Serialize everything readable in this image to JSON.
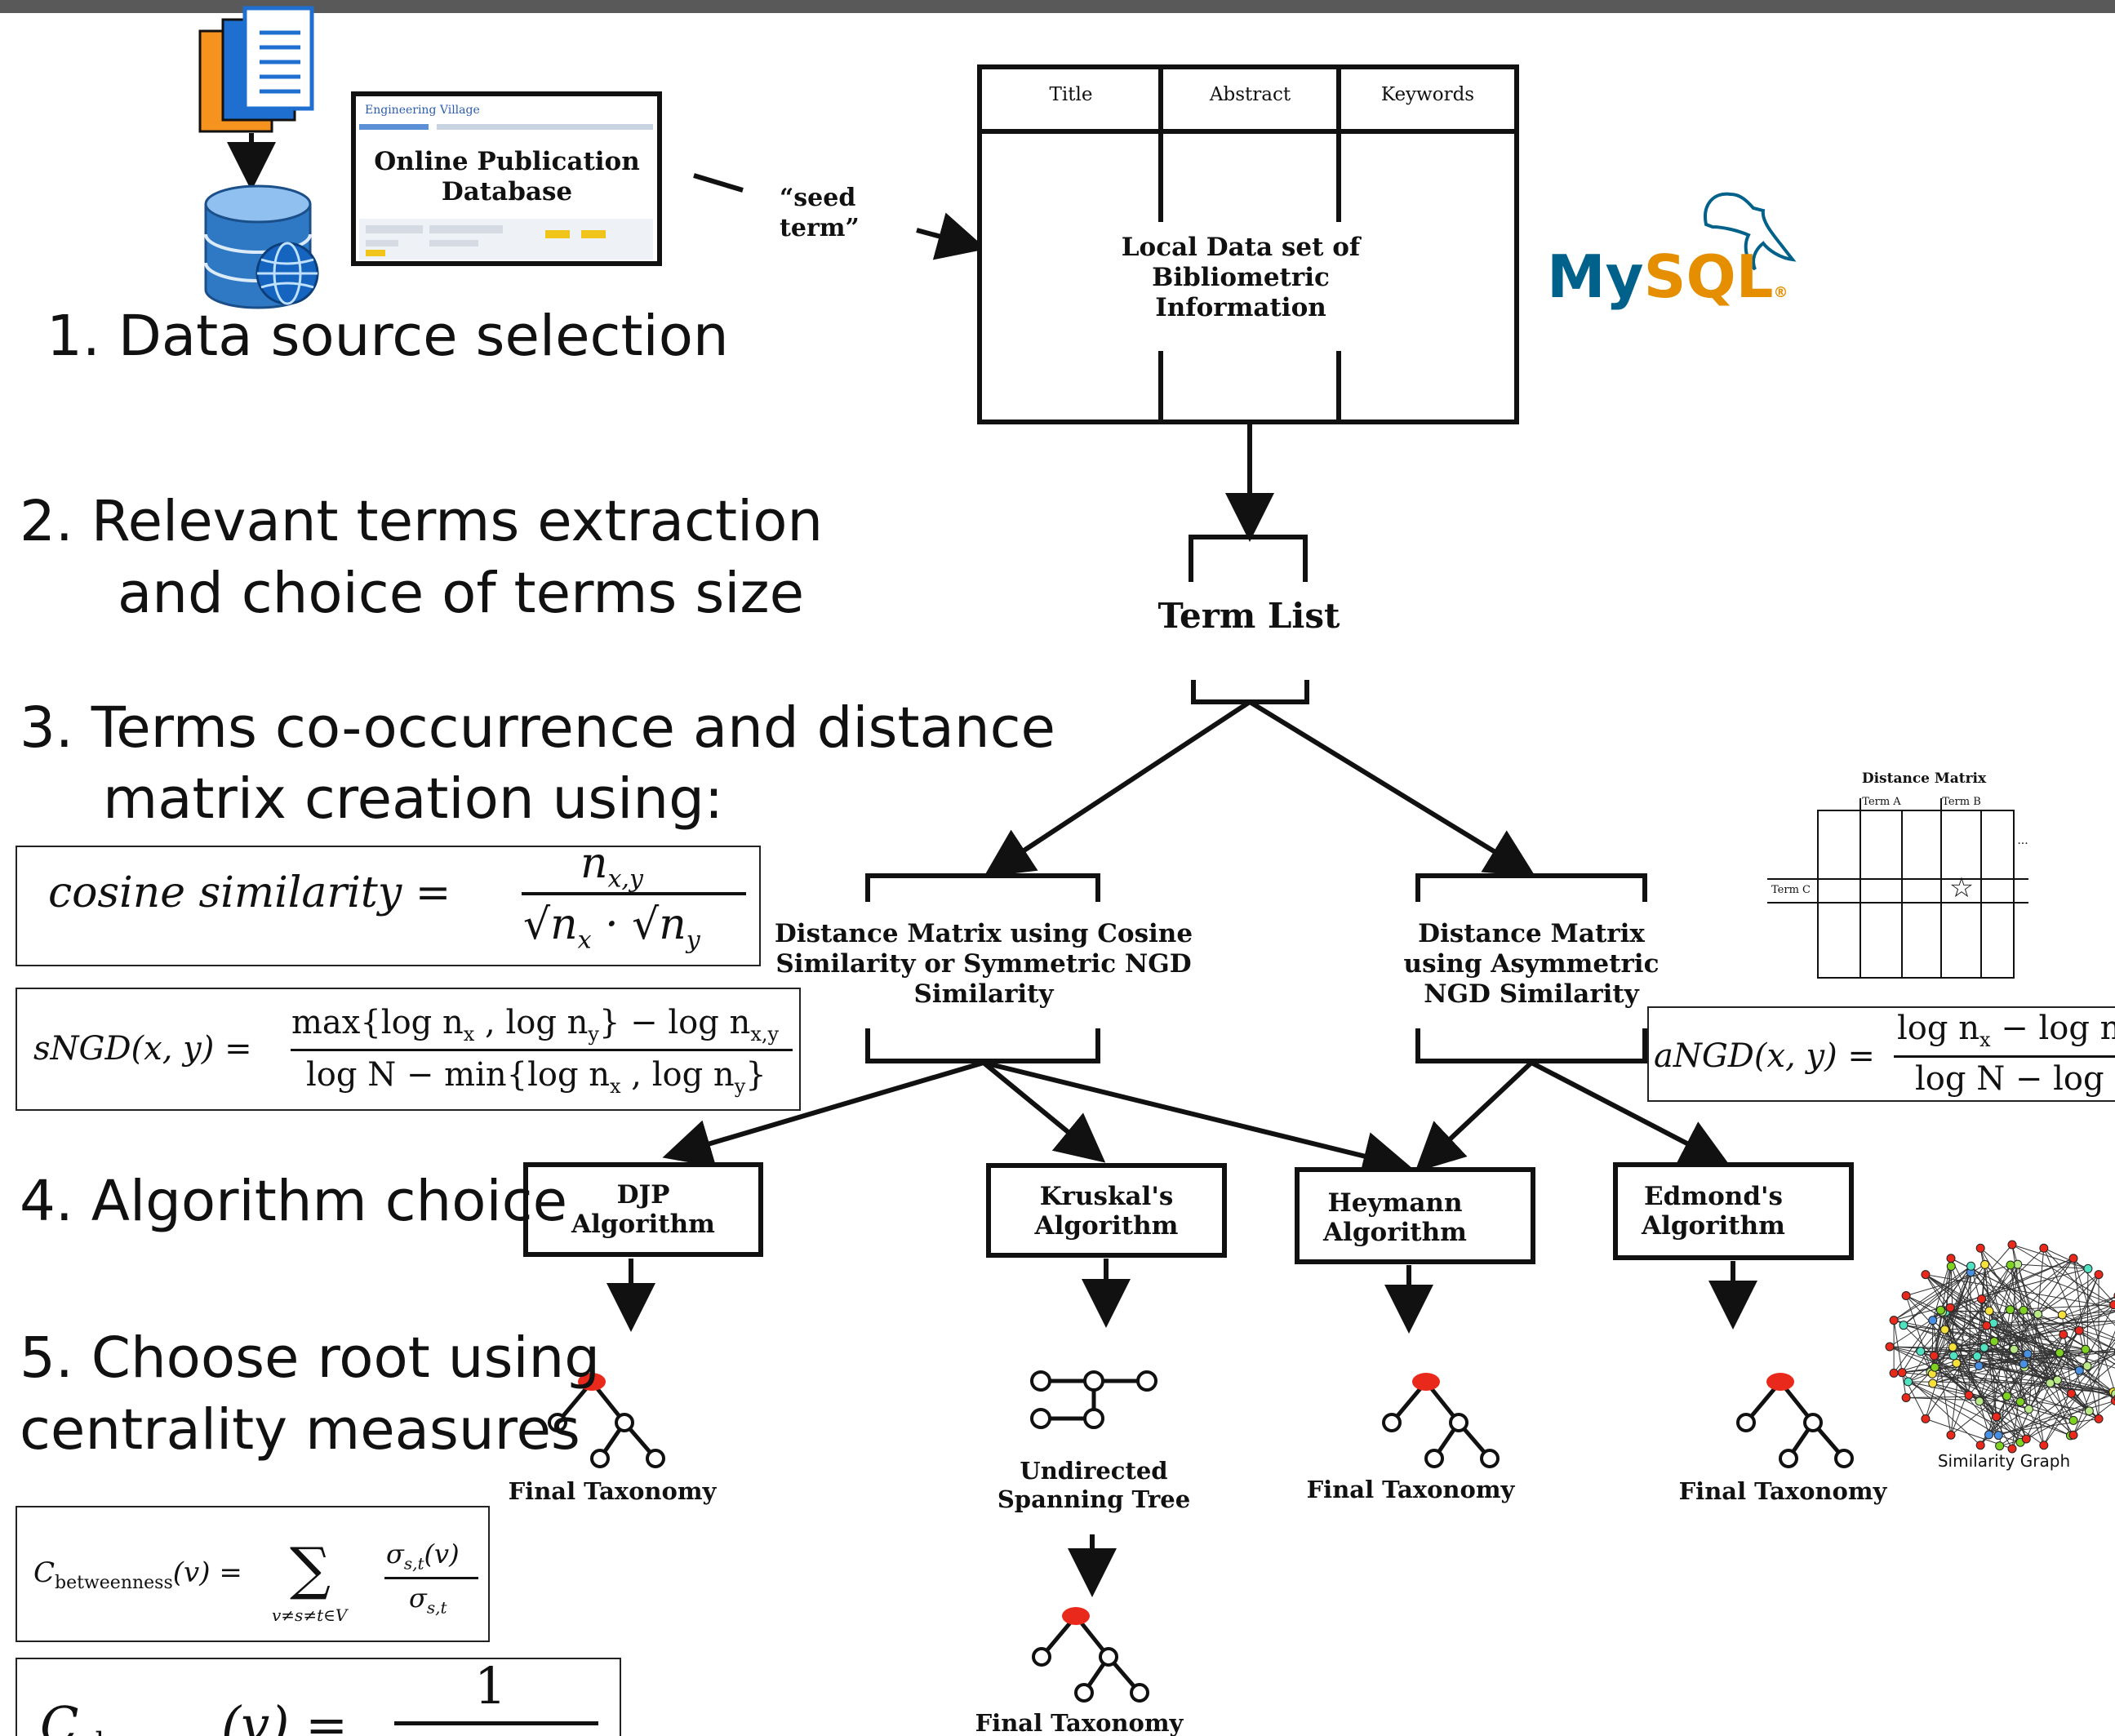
{
  "steps": {
    "s1": "1.  Data source selection",
    "s2_line1": "2.  Relevant terms extraction",
    "s2_line2": "and choice of terms size",
    "s3_line1": "3.  Terms co-occurrence and distance",
    "s3_line2": "matrix creation using:",
    "s4": "4.  Algorithm choice",
    "s5_line1": "5.   Choose root using",
    "s5_line2": "centrality measures"
  },
  "database": {
    "brand": "Engineering Village",
    "label_line1": "Online Publication",
    "label_line2": "Database"
  },
  "seed_term": {
    "line1": "“seed",
    "line2": "term”"
  },
  "local_dataset": {
    "columns": [
      "Title",
      "Abstract",
      "Keywords"
    ],
    "label_line1": "Local Data set of",
    "label_line2": "Bibliometric",
    "label_line3": "Information"
  },
  "mysql": {
    "my": "My",
    "sql": "SQL",
    "reg": "®"
  },
  "term_list": "Term List",
  "distance_matrix": {
    "left_line1": "Distance Matrix using Cosine",
    "left_line2": "Similarity or Symmetric NGD",
    "left_line3": "Similarity",
    "right_line1": "Distance Matrix",
    "right_line2": "using Asymmetric",
    "right_line3": "NGD Similarity"
  },
  "matrix_illustration": {
    "title": "Distance Matrix",
    "term_a": "Term A",
    "term_b": "Term B",
    "term_c": "Term C",
    "ellipsis": "...",
    "star": "☆"
  },
  "formulas": {
    "cosine_lhs": "cosine similarity =",
    "cosine_num": "n",
    "cosine_num_sub": "x,y",
    "sngd_lhs": "sNGD(x, y) =",
    "sngd_num": "max{log n",
    "sngd_den": "log N − min{log n",
    "angd_lhs": "aNGD(x, y) =",
    "angd_num": "log n",
    "angd_den": "log N − log n",
    "betweenness_lhs": "C",
    "betweenness_sub": "betweenness",
    "betweenness_arg": "(v) =",
    "closeness_lhs": "C",
    "closeness_sub": "closeness",
    "closeness_arg": "(v) =",
    "closeness_num": "1"
  },
  "algorithms": {
    "djp_line1": "DJP",
    "djp_line2": "Algorithm",
    "kruskal_line1": "Kruskal's",
    "kruskal_line2": "Algorithm",
    "heymann_line1": "Heymann",
    "heymann_line2": "Algorithm",
    "edmond_line1": "Edmond's",
    "edmond_line2": "Algorithm"
  },
  "outputs": {
    "final_taxonomy": "Final Taxonomy",
    "undirected_line1": "Undirected",
    "undirected_line2": "Spanning Tree",
    "similarity_graph": "Similarity Graph"
  },
  "colors": {
    "root_node": "#e8291c",
    "mysql_blue": "#00618a",
    "mysql_orange": "#e48e00",
    "top_bar": "#595959",
    "doc_orange": "#f6921e",
    "doc_blue": "#1f6fd1",
    "db_blue": "#2f78c4"
  }
}
